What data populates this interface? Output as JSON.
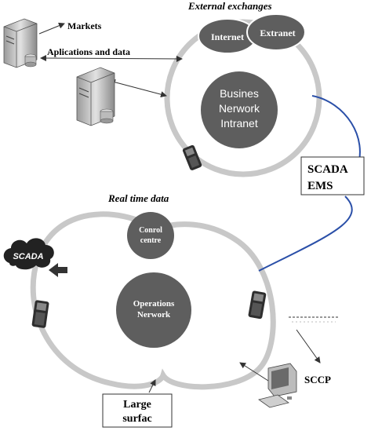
{
  "labels": {
    "external_exchanges": "External exchanges",
    "markets": "Markets",
    "applications_and_data": "Aplications and data",
    "internet": "Internet",
    "extranet": "Extranet",
    "business_network_line1": "Busines",
    "business_network_line2": "Nerwork",
    "business_network_line3": "Intranet",
    "scada_ems_line1": "SCADA",
    "scada_ems_line2": "EMS",
    "real_time_data": "Real time data",
    "control_centre_line1": "Conrol",
    "control_centre_line2": "centre",
    "operations_network_line1": "Operations",
    "operations_network_line2": "Nerwork",
    "scada_cloud": "SCADA",
    "sccp": "SCCP",
    "large_surface_line1": "Large",
    "large_surface_line2": "surfac"
  },
  "colors": {
    "ring": "#c8c8c8",
    "node_fill": "#5e5e5e",
    "node_text": "#ffffff",
    "link_blue": "#2a4fa8",
    "text": "#000000"
  },
  "icons": [
    "server-icon",
    "handheld-device-icon",
    "cloud-icon",
    "computer-icon",
    "arrow-icon"
  ]
}
